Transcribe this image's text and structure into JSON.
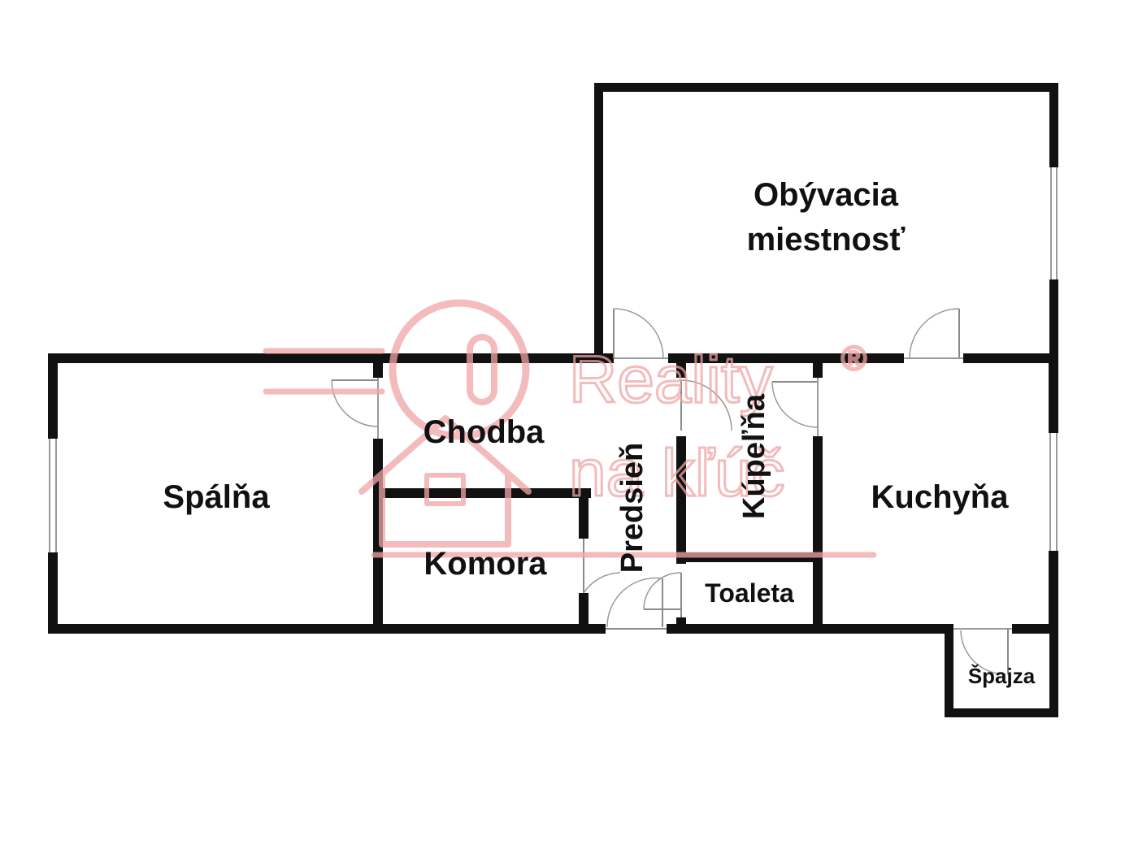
{
  "rooms": {
    "obyvacia_line1": "Obývacia",
    "obyvacia_line2": "miestnosť",
    "chodba": "Chodba",
    "spalna": "Spálňa",
    "komora": "Komora",
    "predsien": "Predsieň",
    "kupelna": "Kúpeľňa",
    "toaleta": "Toaleta",
    "kuchyna": "Kuchyňa",
    "spajza": "Špajza"
  },
  "watermark": {
    "line1": "Reality",
    "line2": "na kľúč",
    "mark": "®"
  },
  "colors": {
    "wall": "#111111",
    "watermark": "#f0a5a5",
    "background": "#ffffff"
  }
}
